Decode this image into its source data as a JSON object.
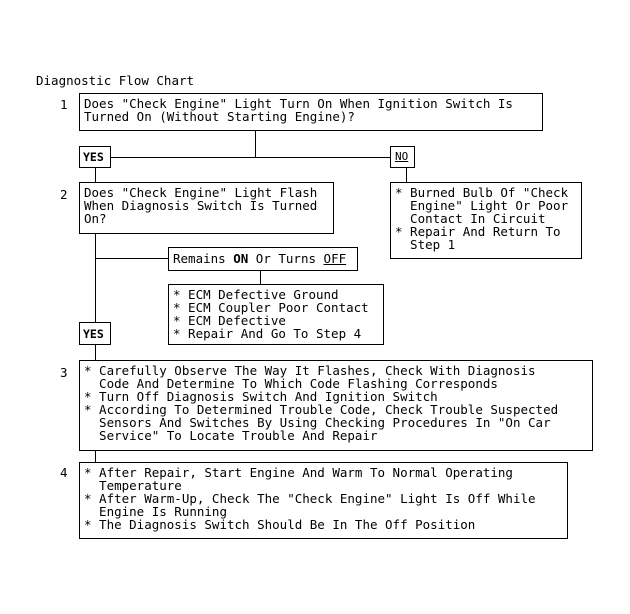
{
  "title": "Diagnostic Flow Chart",
  "steps": [
    {
      "num": "1",
      "lines": [
        "Does \"Check Engine\" Light Turn On When Ignition Switch Is",
        "Turned On (Without Starting Engine)?"
      ]
    },
    {
      "num": "2",
      "lines": [
        "Does \"Check Engine\" Light Flash",
        "When Diagnosis Switch Is Turned",
        "On?"
      ]
    },
    {
      "num": "3",
      "lines": [
        "* Carefully Observe The Way It Flashes, Check With Diagnosis",
        "  Code And Determine To Which Code Flashing Corresponds",
        "* Turn Off Diagnosis Switch And Ignition Switch",
        "* According To Determined Trouble Code, Check Trouble Suspected",
        "  Sensors And Switches By Using Checking Procedures In \"On Car",
        "  Service\" To Locate Trouble And Repair"
      ]
    },
    {
      "num": "4",
      "lines": [
        "* After Repair, Start Engine And Warm To Normal Operating",
        "  Temperature",
        "* After Warm-Up, Check The \"Check Engine\" Light Is Off While",
        "  Engine Is Running",
        "* The Diagnosis Switch Should Be In The Off Position"
      ]
    }
  ],
  "labels": {
    "yes1": "YES",
    "no": "NO",
    "yes2": "YES"
  },
  "no_box": {
    "lines": [
      "* Burned Bulb Of \"Check",
      "  Engine\" Light Or Poor",
      "  Contact In Circuit",
      "* Repair And Return To",
      "  Step 1"
    ]
  },
  "remains": {
    "prefix": "Remains ",
    "on": "ON",
    "middle": " Or Turns ",
    "off": "OFF"
  },
  "ecm_box": {
    "lines": [
      "* ECM Defective Ground",
      "* ECM Coupler Poor Contact",
      "* ECM Defective",
      "* Repair And Go To Step 4"
    ]
  }
}
